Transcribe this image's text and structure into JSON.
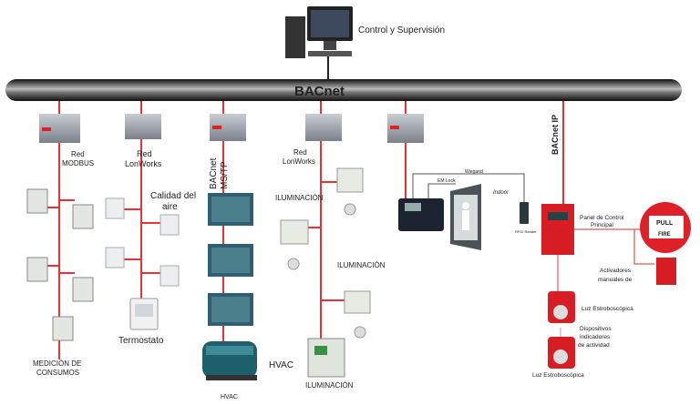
{
  "title": "BACnet",
  "supervision": "Control y Supervisión",
  "branches": {
    "modbus": {
      "line1": "Red",
      "line2": "MODBUS",
      "bottom1": "MEDICIÓN DE",
      "bottom2": "CONSUMOS"
    },
    "lonworks1": {
      "line1": "Red",
      "line2": "LonWorks",
      "air1": "Calidad del",
      "air2": "aire",
      "thermostat": "Termostato"
    },
    "mstp": {
      "line1": "BACnet",
      "line2": "MS/TP",
      "hvac": "HVAC",
      "hvac_small": "HVAC"
    },
    "lonworks2": {
      "line1": "Red",
      "line2": "LonWorks",
      "light1": "ILUMINACIÓN",
      "light2": "ILUMINACIÓN",
      "light3": "ILUMINACIÓN"
    },
    "access": {
      "wiegand": "Wiegand",
      "emlock": "EM Lock",
      "indoor": "Indoor",
      "rfid": "RFID Reader"
    },
    "fire": {
      "network": "BACnet IP",
      "panel1": "Panel de Control",
      "panel2": "Principal",
      "manual1": "Activadores",
      "manual2": "manuales de",
      "strobe1": "Luz Estroboscópica",
      "devices1": "Dispositivos",
      "devices2": "indicadores",
      "devices3": "de actividad",
      "strobe2": "Luz Estroboscópica",
      "pull": "PULL",
      "fire": "FIRE"
    }
  },
  "colors": {
    "line": "#e8323a",
    "bus": "#1a1a1a",
    "panel": "#d81e24"
  }
}
